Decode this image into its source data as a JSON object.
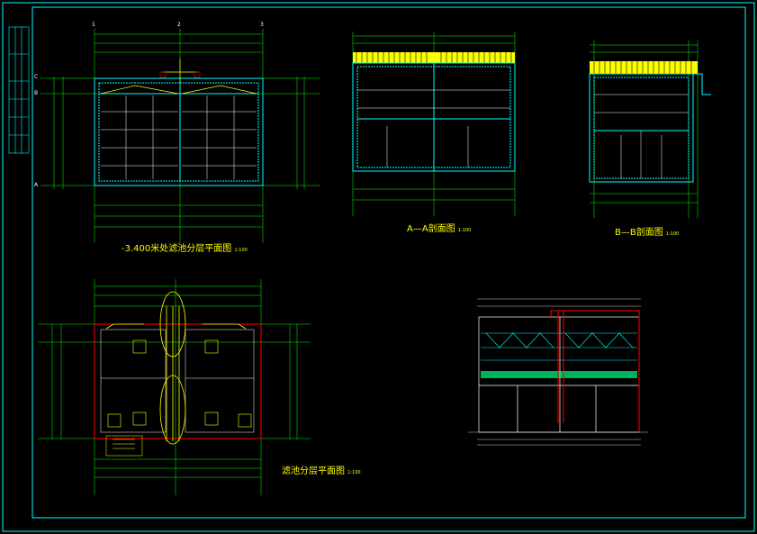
{
  "drawing": {
    "frame_color": "#00ffff",
    "background": "#000000",
    "titles": {
      "plan_top": "-3.400米处滤池分层平面图",
      "plan_top_scale": "1:100",
      "section_aa": "A—A剖面图",
      "section_aa_scale": "1:100",
      "section_bb": "B—B剖面图",
      "section_bb_scale": "1:100",
      "plan_bottom": "滤池分层平面图",
      "plan_bottom_scale": "1:100"
    },
    "axis_letters": [
      "A",
      "B",
      "C"
    ],
    "axis_numbers": [
      "1",
      "2",
      "3"
    ],
    "colors": {
      "wall": "#00ffff",
      "dimension": "#00ff00",
      "text": "#ffff00",
      "pipe": "#ff0000",
      "grid": "#ffffff",
      "fill": "#00ff80"
    }
  }
}
